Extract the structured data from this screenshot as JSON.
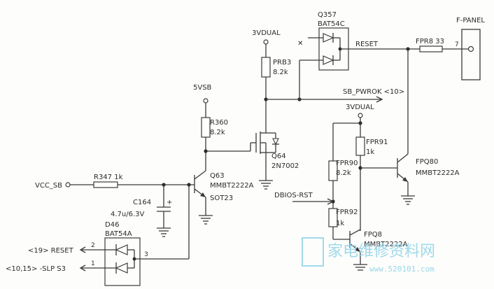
{
  "labels": {
    "fpanel": "F-PANEL",
    "pin7": "7",
    "q357_ref": "Q357",
    "q357_part": "BAT54C",
    "reset_net": "RESET",
    "fpr8": "FPR8 33",
    "vdual_top": "3VDUAL",
    "prb3_ref": "PRB3",
    "prb3_val": "8.2k",
    "sb_pwrok": "SB_PWROK <10>",
    "v5sb": "5VSB",
    "r360_ref": "R360",
    "r360_val": "8.2k",
    "q64_ref": "Q64",
    "q64_part": "2N7002",
    "vdual_mid": "3VDUAL",
    "fpr91_ref": "FPR91",
    "fpr91_val": "1k",
    "fpq80_ref": "FPQ80",
    "fpq80_part": "MMBT2222A",
    "fpr90_ref": "FPR90",
    "fpr90_val": "8.2k",
    "vcc_sb": "VCC_SB",
    "r347": "R347 1k",
    "q63_ref": "Q63",
    "q63_part": "MMBT2222A",
    "q63_pkg": "SOT23",
    "c164_ref": "C164",
    "c164_val": "4.7u/6.3V",
    "dbios": "DBIOS-RST",
    "fpr92_ref": "FPR92",
    "fpr92_val": "1k",
    "fpq8_ref": "FPQ8",
    "fpq8_part": "MMBT2222A",
    "d46_ref": "D46",
    "d46_part": "BAT54A",
    "reset_in": "<19> RESET",
    "slp_s3": "<10,15> -SLP S3",
    "pin2": "2",
    "pin1": "1",
    "pin3": "3"
  },
  "watermark": {
    "cn": "家电维修资料网",
    "url": "www.520101.com"
  },
  "colors": {
    "ink": "#2b2b2b",
    "watermark": "#8fd3e8"
  }
}
